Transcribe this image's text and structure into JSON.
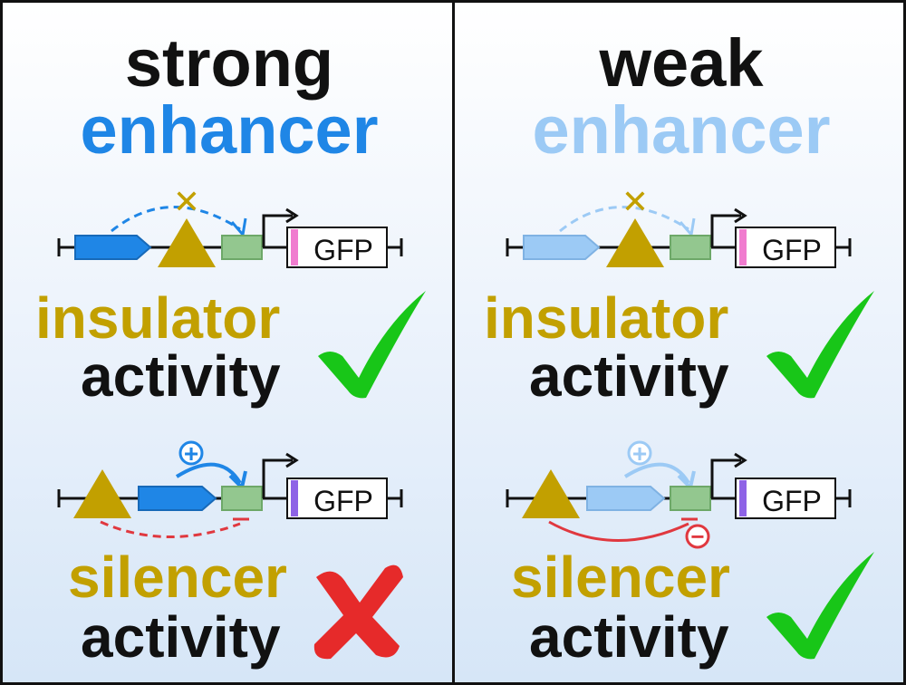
{
  "colors": {
    "strong_enhancer": "#1f86e6",
    "weak_enhancer": "#9ccaf5",
    "insulator": "#c2a000",
    "promoter": "#93c78f",
    "gfp_marker_pink": "#f07ccf",
    "gfp_marker_purple": "#8e63e6",
    "silencer_line": "#e0383f",
    "check": "#18c618",
    "cross": "#e62a2a",
    "text_dark": "#111111"
  },
  "left_panel": {
    "title_line1": "strong",
    "title_line2": "enhancer",
    "insulator_label": "insulator",
    "insulator_activity": "activity",
    "insulator_result_icon": "checkmark-icon",
    "silencer_label": "silencer",
    "silencer_activity": "activity",
    "silencer_result_icon": "cross-icon",
    "gfp_label_top": "GFP",
    "gfp_label_bottom": "GFP",
    "plus_sign": "+",
    "blocked_sign": "✕"
  },
  "right_panel": {
    "title_line1": "weak",
    "title_line2": "enhancer",
    "insulator_label": "insulator",
    "insulator_activity": "activity",
    "insulator_result_icon": "checkmark-icon",
    "silencer_label": "silencer",
    "silencer_activity": "activity",
    "silencer_result_icon": "checkmark-icon",
    "gfp_label_top": "GFP",
    "gfp_label_bottom": "GFP",
    "plus_sign": "+",
    "minus_sign": "−",
    "blocked_sign": "✕"
  }
}
